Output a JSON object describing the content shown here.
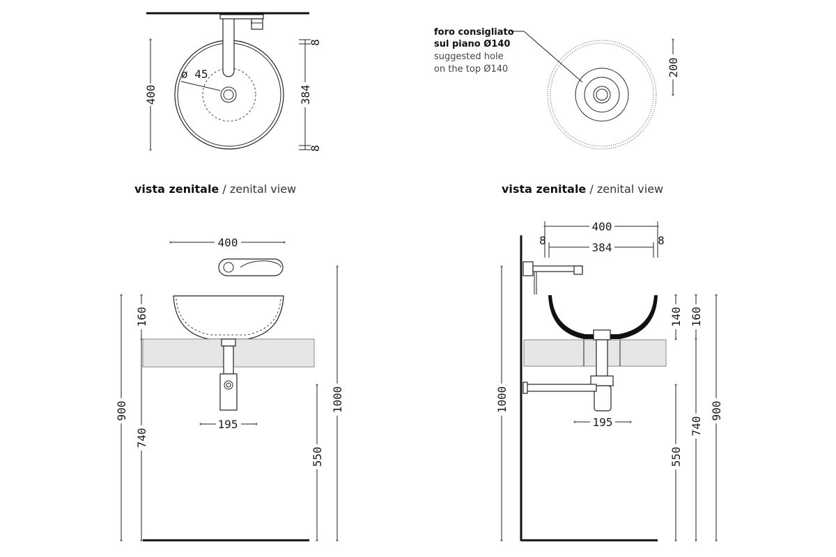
{
  "views": {
    "top_left": {
      "label_dia": "ø 45",
      "dim_total": "400",
      "dim_inner": "384",
      "dim_rim_top": "8",
      "dim_rim_bottom": "8"
    },
    "top_right": {
      "note_it_1": "foro consigliato",
      "note_it_2": "sul piano Ø140",
      "note_en_1": "suggested hole",
      "note_en_2": "on the top Ø140",
      "dim_height": "200"
    },
    "captions": {
      "left_bold": "vista zenitale",
      "left_rest": " / zenital view",
      "right_bold": "vista zenitale",
      "right_rest": " / zenital view"
    },
    "front_left": {
      "dim_width": "400",
      "dim_bowl": "160",
      "dim_total": "900",
      "dim_counter": "740",
      "dim_trap": "195",
      "dim_spout": "1000",
      "dim_drain": "550"
    },
    "front_right": {
      "dim_width": "400",
      "dim_inner": "384",
      "dim_rim_left": "8",
      "dim_rim_right": "8",
      "dim_spout": "1000",
      "dim_bowl_inner": "140",
      "dim_bowl": "160",
      "dim_counter": "740",
      "dim_total": "900",
      "dim_trap": "195",
      "dim_drain": "550"
    }
  }
}
